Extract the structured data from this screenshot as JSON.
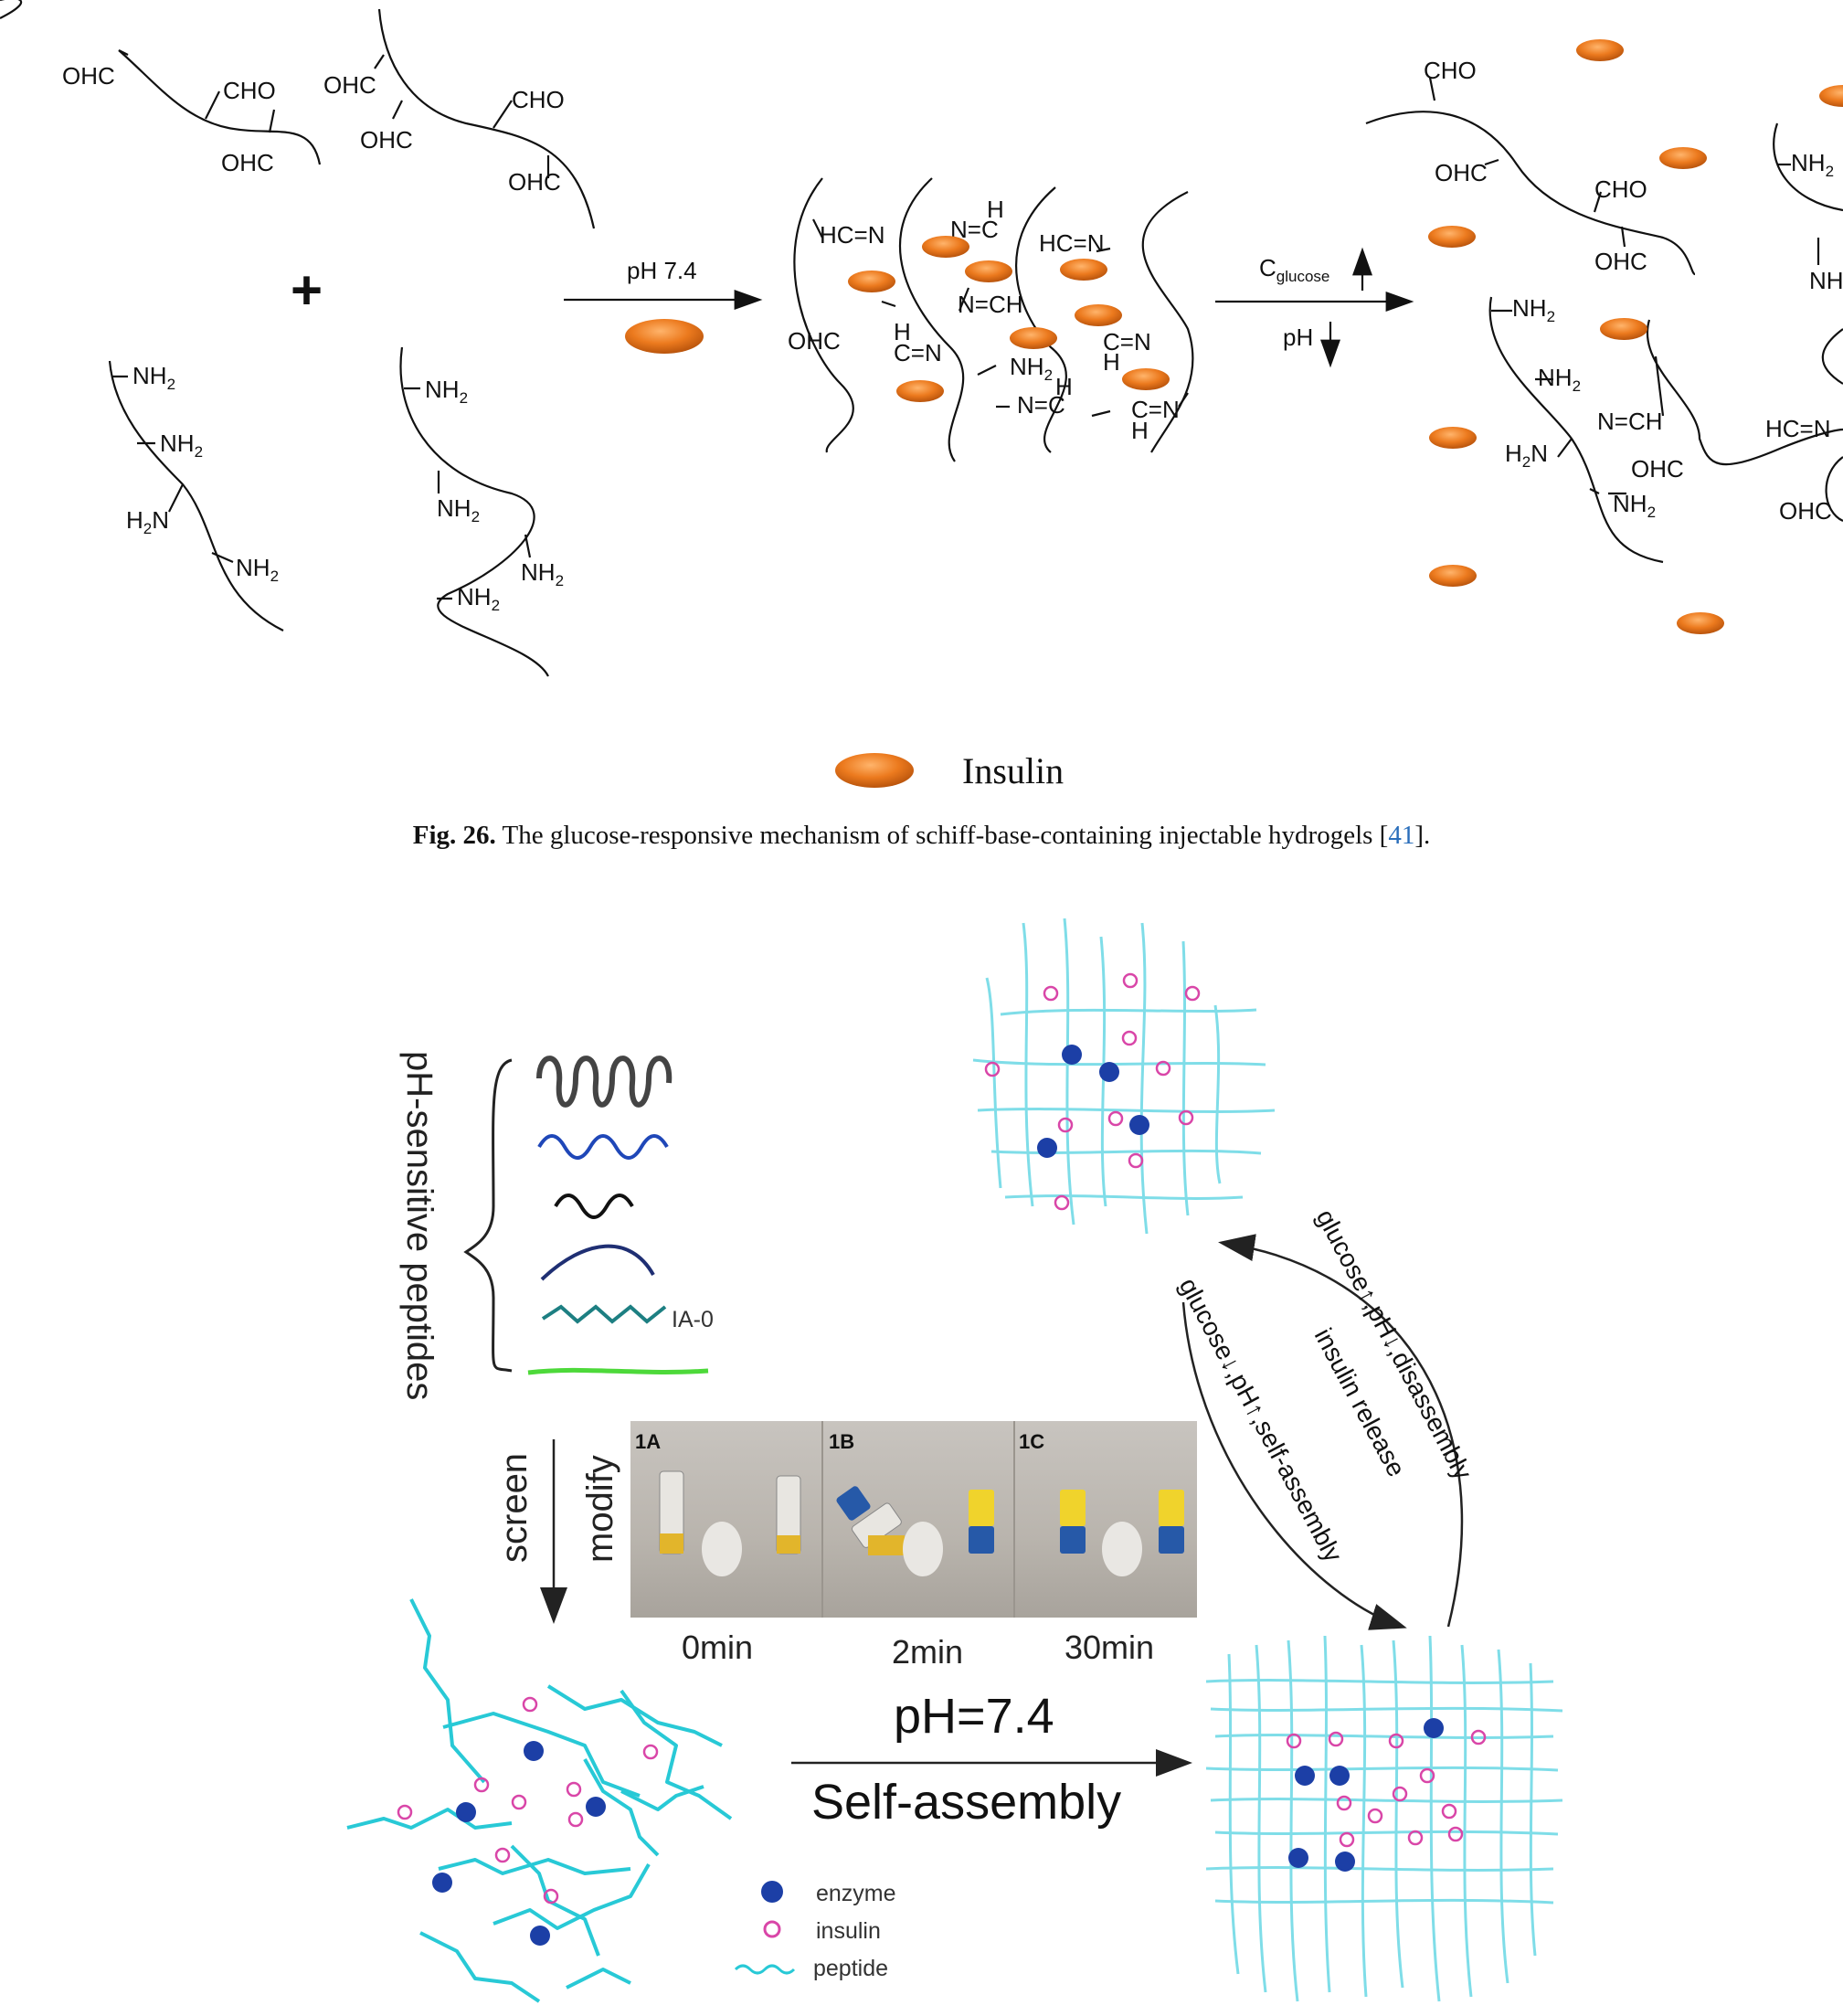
{
  "figure26": {
    "labels": {
      "ohc": "OHC",
      "cho": "CHO",
      "nh2": "NH",
      "h2n": "H",
      "sub2": "2",
      "hcn": "HC=N",
      "nch": "N=CH",
      "nc": "N=C",
      "cn": "C=N",
      "h": "H"
    },
    "plus": "+",
    "arrow1_label": "pH 7.4",
    "arrow2_top_label_main": "C",
    "arrow2_top_label_sub": "glucose",
    "arrow2_bottom_label": "pH",
    "legend_label": "Insulin",
    "insulin_color": "#E8731A"
  },
  "caption": {
    "fig_label": "Fig. 26.",
    "text": " The glucose-responsive mechanism of schiff-base-containing injectable hydrogels [",
    "ref": "41",
    "end": "]."
  },
  "figure27": {
    "side_label": "pH-sensitive peptides",
    "ia_label": "IA-0",
    "screen_label": "screen",
    "modify_label": "modify",
    "photo_tags": [
      "1A",
      "1B",
      "1C"
    ],
    "photo_times": [
      "0min",
      "2min",
      "30min"
    ],
    "ph_label": "pH=7.4",
    "self_assembly_label": "Self-assembly",
    "upper_arrow_label": "glucose↑,pH↓,disassembly",
    "lower_arrow_label": "glucose↓,pH↑,self-assembly",
    "release_label": "insulin release",
    "legend": {
      "enzyme": "enzyme",
      "insulin": "insulin",
      "peptide": "peptide"
    },
    "colors": {
      "network": "#7fdde8",
      "enzyme": "#1c3fa6",
      "insulin": "#d946a8"
    }
  }
}
